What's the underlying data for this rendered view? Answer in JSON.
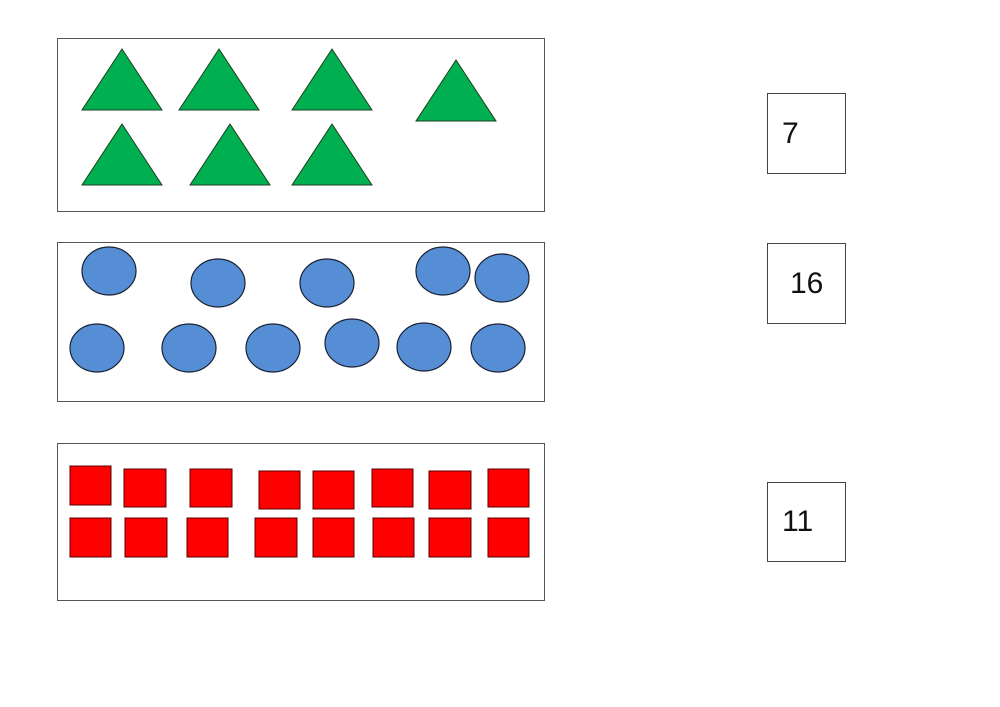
{
  "colors": {
    "triangle_fill": "#00b050",
    "circle_fill": "#558ed5",
    "square_fill": "#ff0000",
    "outline": "#1f2d1f"
  },
  "panels": [
    {
      "id": "triangles",
      "shape": "triangle",
      "count": 7
    },
    {
      "id": "circles",
      "shape": "circle",
      "count": 11
    },
    {
      "id": "squares",
      "shape": "square",
      "count": 16
    }
  ],
  "answers": [
    {
      "value": "7"
    },
    {
      "value": "16"
    },
    {
      "value": "11"
    }
  ]
}
